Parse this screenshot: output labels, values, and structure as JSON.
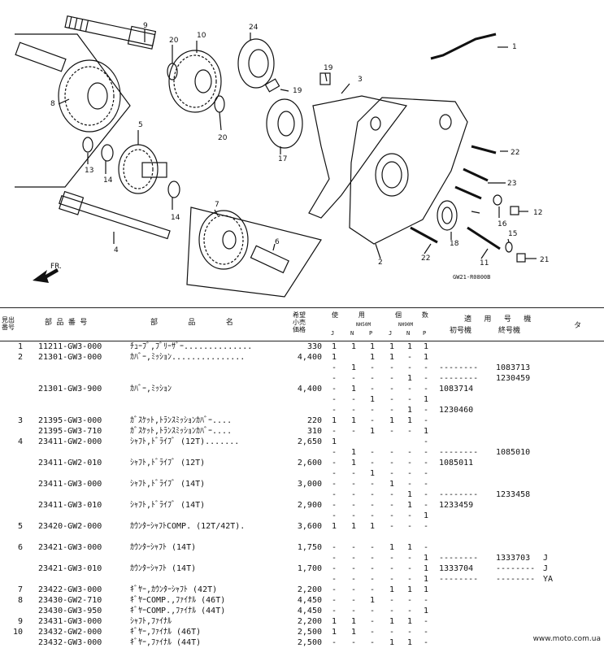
{
  "diagram": {
    "callouts": [
      "1",
      "2",
      "3",
      "4",
      "5",
      "6",
      "7",
      "8",
      "9",
      "10",
      "11",
      "12",
      "13",
      "14",
      "14",
      "15",
      "16",
      "17",
      "18",
      "19",
      "19",
      "20",
      "20",
      "21",
      "22",
      "22",
      "23",
      "24"
    ],
    "direction_label": "FR.",
    "figure_code": "GW21-R0800B"
  },
  "header": {
    "ref_no": "見出\n番号",
    "part_no": "部 品 番 号",
    "part_name": "部 品 名",
    "price": "希望\n小売\n価格",
    "usage": "使 用",
    "count": "個 数",
    "model_a": "NH50M",
    "model_b": "NH90M",
    "cols": [
      "J",
      "N",
      "P",
      "J",
      "N",
      "P"
    ],
    "applicable": "適 用 号 機",
    "first_no": "初号機",
    "last_no": "終号機",
    "edge": "タ"
  },
  "rows": [
    {
      "no": "1",
      "part": "11211-GW3-000",
      "desc": "ﾁｭｰﾌﾞ,ﾌﾞﾘｰｻﾞｰ..............",
      "price": "330",
      "q": [
        "1",
        "1",
        "1",
        "1",
        "1",
        "1"
      ],
      "first": "",
      "last": "",
      "note": ""
    },
    {
      "no": "2",
      "part": "21301-GW3-000",
      "desc": "ｶﾊﾞｰ,ﾐｯｼｮﾝ...............",
      "price": "4,400",
      "q": [
        "1",
        "",
        "1",
        "1",
        "-",
        "1"
      ],
      "first": "",
      "last": "",
      "note": ""
    },
    {
      "no": "",
      "part": "",
      "desc": "",
      "price": "",
      "q": [
        "-",
        "1",
        "-",
        "-",
        "-",
        "-"
      ],
      "first": "--------",
      "last": "1083713",
      "note": ""
    },
    {
      "no": "",
      "part": "",
      "desc": "",
      "price": "",
      "q": [
        "-",
        "-",
        "-",
        "-",
        "1",
        "-"
      ],
      "first": "--------",
      "last": "1230459",
      "note": ""
    },
    {
      "no": "",
      "part": "21301-GW3-900",
      "desc": "ｶﾊﾞｰ,ﾐｯｼｮﾝ",
      "price": "4,400",
      "q": [
        "-",
        "1",
        "-",
        "-",
        "-",
        "-"
      ],
      "first": "1083714",
      "last": "",
      "note": ""
    },
    {
      "no": "",
      "part": "",
      "desc": "",
      "price": "",
      "q": [
        "-",
        "-",
        "1",
        "-",
        "-",
        "1"
      ],
      "first": "",
      "last": "",
      "note": ""
    },
    {
      "no": "",
      "part": "",
      "desc": "",
      "price": "",
      "q": [
        "-",
        "-",
        "-",
        "-",
        "1",
        "-"
      ],
      "first": "1230460",
      "last": "",
      "note": ""
    },
    {
      "no": "3",
      "part": "21395-GW3-000",
      "desc": "ｶﾞｽｹｯﾄ,ﾄﾗﾝｽﾐｯｼｮﾝｶﾊﾞｰ....",
      "price": "220",
      "q": [
        "1",
        "1",
        "-",
        "1",
        "1",
        "-"
      ],
      "first": "",
      "last": "",
      "note": ""
    },
    {
      "no": "",
      "part": "21395-GW3-710",
      "desc": "ｶﾞｽｹｯﾄ,ﾄﾗﾝｽﾐｯｼｮﾝｶﾊﾞｰ....",
      "price": "310",
      "q": [
        "-",
        "-",
        "1",
        "-",
        "-",
        "1"
      ],
      "first": "",
      "last": "",
      "note": ""
    },
    {
      "no": "4",
      "part": "23411-GW2-000",
      "desc": "ｼｬﾌﾄ,ﾄﾞﾗｲﾌﾞ (12T).......",
      "price": "2,650",
      "q": [
        "1",
        "",
        "",
        "",
        "",
        "-"
      ],
      "first": "",
      "last": "",
      "note": ""
    },
    {
      "no": "",
      "part": "",
      "desc": "",
      "price": "",
      "q": [
        "-",
        "1",
        "-",
        "-",
        "-",
        "-"
      ],
      "first": "--------",
      "last": "1085010",
      "note": ""
    },
    {
      "no": "",
      "part": "23411-GW2-010",
      "desc": "ｼｬﾌﾄ,ﾄﾞﾗｲﾌﾞ (12T)",
      "price": "2,600",
      "q": [
        "-",
        "1",
        "-",
        "-",
        "-",
        "-"
      ],
      "first": "1085011",
      "last": "",
      "note": ""
    },
    {
      "no": "",
      "part": "",
      "desc": "",
      "price": "",
      "q": [
        "-",
        "-",
        "1",
        "-",
        "-",
        "-"
      ],
      "first": "",
      "last": "",
      "note": ""
    },
    {
      "no": "",
      "part": "23411-GW3-000",
      "desc": "ｼｬﾌﾄ,ﾄﾞﾗｲﾌﾞ (14T)",
      "price": "3,000",
      "q": [
        "-",
        "-",
        "-",
        "1",
        "-",
        "-"
      ],
      "first": "",
      "last": "",
      "note": ""
    },
    {
      "no": "",
      "part": "",
      "desc": "",
      "price": "",
      "q": [
        "-",
        "-",
        "-",
        "-",
        "1",
        "-"
      ],
      "first": "--------",
      "last": "1233458",
      "note": ""
    },
    {
      "no": "",
      "part": "23411-GW3-010",
      "desc": "ｼｬﾌﾄ,ﾄﾞﾗｲﾌﾞ (14T)",
      "price": "2,900",
      "q": [
        "-",
        "-",
        "-",
        "-",
        "1",
        "-"
      ],
      "first": "1233459",
      "last": "",
      "note": ""
    },
    {
      "no": "",
      "part": "",
      "desc": "",
      "price": "",
      "q": [
        "-",
        "-",
        "-",
        "-",
        "-",
        "1"
      ],
      "first": "",
      "last": "",
      "note": ""
    },
    {
      "no": "5",
      "part": "23420-GW2-000",
      "desc": "ｶｳﾝﾀｰｼｬﾌﾄCOMP. (12T/42T).",
      "price": "3,600",
      "q": [
        "1",
        "1",
        "1",
        "-",
        "-",
        "-"
      ],
      "first": "",
      "last": "",
      "note": ""
    },
    {
      "no": "",
      "part": "",
      "desc": "",
      "price": "",
      "q": [
        "",
        "",
        "",
        "",
        "",
        ""
      ],
      "first": "",
      "last": "",
      "note": ""
    },
    {
      "no": "6",
      "part": "23421-GW3-000",
      "desc": "ｶｳﾝﾀｰｼｬﾌﾄ (14T)",
      "price": "1,750",
      "q": [
        "-",
        "-",
        "-",
        "1",
        "1",
        "-"
      ],
      "first": "",
      "last": "",
      "note": ""
    },
    {
      "no": "",
      "part": "",
      "desc": "",
      "price": "",
      "q": [
        "-",
        "-",
        "-",
        "-",
        "-",
        "1"
      ],
      "first": "--------",
      "last": "1333703",
      "note": "J"
    },
    {
      "no": "",
      "part": "23421-GW3-010",
      "desc": "ｶｳﾝﾀｰｼｬﾌﾄ (14T)",
      "price": "1,700",
      "q": [
        "-",
        "-",
        "-",
        "-",
        "-",
        "1"
      ],
      "first": "1333704",
      "last": "--------",
      "note": "J"
    },
    {
      "no": "",
      "part": "",
      "desc": "",
      "price": "",
      "q": [
        "-",
        "-",
        "-",
        "-",
        "-",
        "1"
      ],
      "first": "--------",
      "last": "--------",
      "note": "YA"
    },
    {
      "no": "7",
      "part": "23422-GW3-000",
      "desc": "ｷﾞﾔｰ,ｶｳﾝﾀｰｼｬﾌﾄ (42T)",
      "price": "2,200",
      "q": [
        "-",
        "-",
        "-",
        "1",
        "1",
        "1"
      ],
      "first": "",
      "last": "",
      "note": ""
    },
    {
      "no": "8",
      "part": "23430-GW2-710",
      "desc": "ｷﾞﾔｰCOMP.,ﾌｧｲﾅﾙ (46T)",
      "price": "4,450",
      "q": [
        "-",
        "-",
        "1",
        "-",
        "-",
        "-"
      ],
      "first": "",
      "last": "",
      "note": ""
    },
    {
      "no": "",
      "part": "23430-GW3-950",
      "desc": "ｷﾞﾔｰCOMP.,ﾌｧｲﾅﾙ (44T)",
      "price": "4,450",
      "q": [
        "-",
        "-",
        "-",
        "-",
        "-",
        "1"
      ],
      "first": "",
      "last": "",
      "note": ""
    },
    {
      "no": "9",
      "part": "23431-GW3-000",
      "desc": "ｼｬﾌﾄ,ﾌｧｲﾅﾙ",
      "price": "2,200",
      "q": [
        "1",
        "1",
        "-",
        "1",
        "1",
        "-"
      ],
      "first": "",
      "last": "",
      "note": ""
    },
    {
      "no": "10",
      "part": "23432-GW2-000",
      "desc": "ｷﾞﾔｰ,ﾌｧｲﾅﾙ (46T)",
      "price": "2,500",
      "q": [
        "1",
        "1",
        "-",
        "-",
        "-",
        "-"
      ],
      "first": "",
      "last": "",
      "note": ""
    },
    {
      "no": "",
      "part": "23432-GW3-000",
      "desc": "ｷﾞﾔｰ,ﾌｧｲﾅﾙ (44T)",
      "price": "2,500",
      "q": [
        "-",
        "-",
        "-",
        "1",
        "1",
        "-"
      ],
      "first": "",
      "last": "",
      "note": ""
    }
  ],
  "footer": "www.moto.com.ua"
}
